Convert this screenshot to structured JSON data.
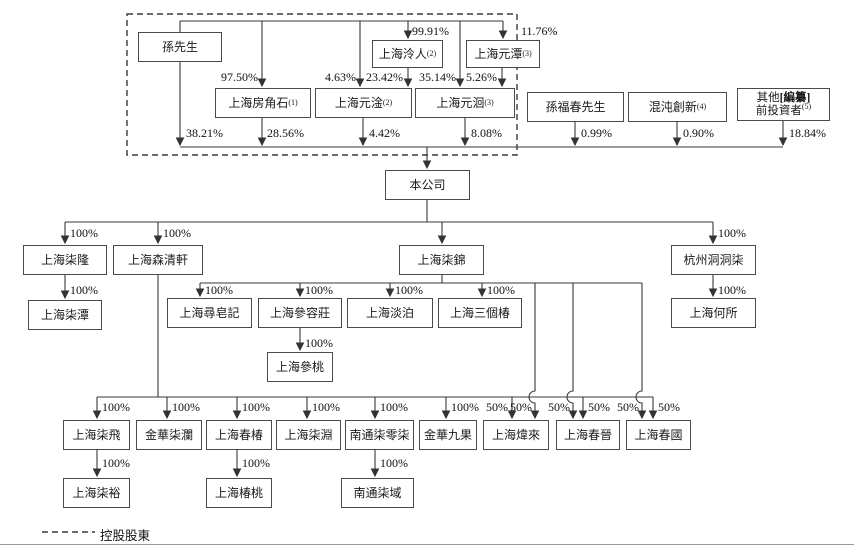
{
  "legend": {
    "dash_label": "控股股東"
  },
  "nodes": {
    "sun": {
      "label": "孫先生"
    },
    "fangjiaoshi": {
      "label": "上海房角石",
      "sup": "(1)"
    },
    "yuangan": {
      "label": "上海元淦",
      "sup": "(2)"
    },
    "lingren": {
      "label": "上海泠人",
      "sup": "(2)"
    },
    "yuantan": {
      "label": "上海元潭",
      "sup": "(3)"
    },
    "yuanhui": {
      "label": "上海元洄",
      "sup": "(3)"
    },
    "sunfuchun": {
      "label": "孫福春先生"
    },
    "hundun": {
      "label": "混沌創新",
      "sup": "(4)"
    },
    "other_investors": {
      "l1a": "其他",
      "l1b": "[編纂]",
      "l2": "前投資者",
      "sup": "(5)"
    },
    "company": {
      "label": "本公司"
    },
    "qilong": {
      "label": "上海柒隆"
    },
    "senqingxuan": {
      "label": "上海森清軒"
    },
    "qijin": {
      "label": "上海柒錦"
    },
    "dongdongqi": {
      "label": "杭州洞洞柒"
    },
    "qitan": {
      "label": "上海柒潭"
    },
    "xunzaoji": {
      "label": "上海尋皂記"
    },
    "shenrongzhuang": {
      "label": "上海參容莊"
    },
    "danbo": {
      "label": "上海淡泊"
    },
    "sangechun": {
      "label": "上海三個椿"
    },
    "shentao": {
      "label": "上海參桃"
    },
    "hesuo": {
      "label": "上海何所"
    },
    "qifei": {
      "label": "上海柒飛"
    },
    "jinhua_qilan": {
      "label": "金華柒瀾"
    },
    "chunchun": {
      "label": "上海春椿"
    },
    "qiyuan": {
      "label": "上海柒淵"
    },
    "qilingqi": {
      "label": "南通柒零柒"
    },
    "jinhua_jiuguo": {
      "label": "金華九果"
    },
    "weilai": {
      "label": "上海煒來"
    },
    "chunjin": {
      "label": "上海春晉"
    },
    "chunguo": {
      "label": "上海春國"
    },
    "qiyu": {
      "label": "上海柒裕"
    },
    "chuntao": {
      "label": "上海椿桃"
    },
    "nantong_qiyu": {
      "label": "南通柒域"
    }
  },
  "percentages": {
    "sun_company": "38.21%",
    "sun_fangjiaoshi": "97.50%",
    "sun_yuangan": "4.63%",
    "sun_lingren": "99.91%",
    "sun_yuanhui": "35.14%",
    "sun_yuantan": "11.76%",
    "lingren_yuangan": "23.42%",
    "yuantan_yuanhui": "5.26%",
    "fangjiaoshi_company": "28.56%",
    "yuangan_company": "4.42%",
    "yuanhui_company": "8.08%",
    "sunfuchun_company": "0.99%",
    "hundun_company": "0.90%",
    "other_company": "18.84%",
    "full": "100%",
    "half": "50%"
  }
}
